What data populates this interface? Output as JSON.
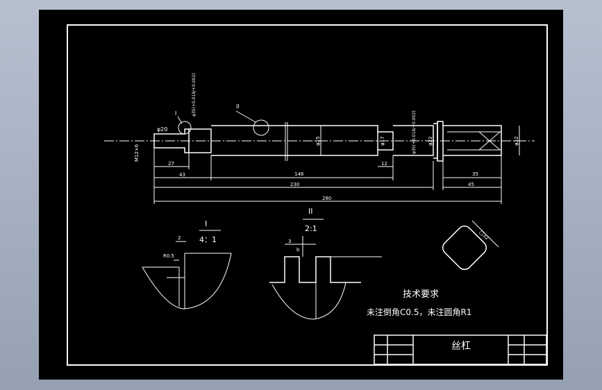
{
  "colors": {
    "background": "#000000",
    "line": "#ffffff",
    "viewport": "#a9b3c4"
  },
  "detail_labels": {
    "detail_1": "I",
    "detail_2": "II"
  },
  "dimensions": {
    "d12": "M12×6",
    "d27": "27",
    "d43": "43",
    "d148": "148",
    "d230": "230",
    "d280": "280",
    "d12b": "12",
    "d35": "35",
    "d45": "45",
    "dia_left": "φ35(+0.018/+0.002)",
    "dia_25": "φ25",
    "dia_17": "φ17",
    "dia_20": "φ20",
    "dia_35b": "φ35(+0.018/+0.002)",
    "dia_22": "φ22",
    "dia_32": "φ32"
  },
  "detail_1": {
    "label": "I",
    "scale": "4：1",
    "dim_r": "R0.5",
    "dim_2": "2"
  },
  "detail_2": {
    "label": "II",
    "scale": "2:1",
    "dim_3": "3",
    "dim_b": "b"
  },
  "section": {
    "dim": "□32"
  },
  "notes": {
    "heading": "技术要求",
    "line1": "未注倒角C0.5，未注圆角R1"
  },
  "title_block": {
    "title": "丝杠"
  }
}
